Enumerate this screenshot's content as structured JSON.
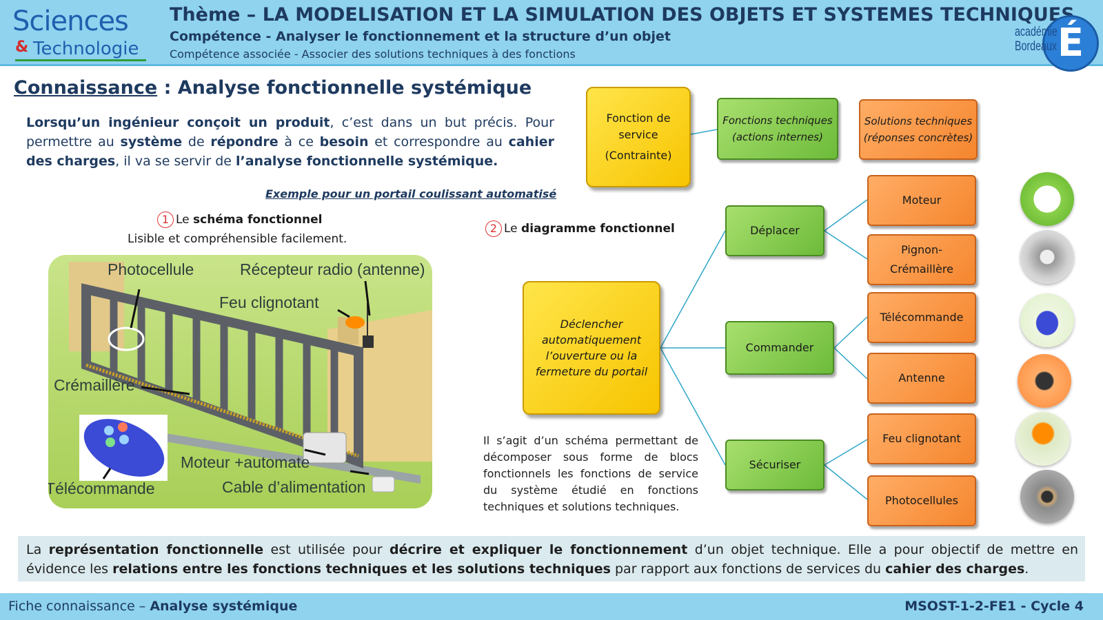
{
  "header": {
    "logo": {
      "sciences": "Sciences",
      "amp": "&",
      "technologie": "Technologie"
    },
    "theme": "Thème – LA MODELISATION ET LA SIMULATION DES OBJETS ET SYSTEMES TECHNIQUES",
    "competence": "Compétence - Analyser le fonctionnement et la structure d’un objet",
    "competence_associee": "Compétence associée - Associer des solutions techniques à des fonctions",
    "academie": {
      "line1": "académie",
      "line2": "Bordeaux",
      "letter": "É"
    }
  },
  "section": {
    "title_underlined": "Connaissance",
    "title_rest": " : Analyse fonctionnelle systémique"
  },
  "intro": {
    "p1": "Lorsqu’un ingénieur conçoit un produit",
    "p2": ", c’est dans un but précis.  Pour permettre au ",
    "p3": "système",
    "p4": " de ",
    "p5": "répondre",
    "p6": " à ce ",
    "p7": "besoin",
    "p8": " et correspondre au ",
    "p9": "cahier des charges",
    "p10": ", il va se servir de ",
    "p11": "l’analyse fonctionnelle systémique."
  },
  "example": "Exemple pour un portail coulissant automatisé",
  "schema": {
    "num": "1",
    "prefix": "Le ",
    "bold": "schéma fonctionnel",
    "sub": "Lisible et compréhensible facilement."
  },
  "diagram": {
    "num": "2",
    "prefix": "Le ",
    "bold": "diagramme fonctionnel"
  },
  "gate_labels": {
    "photocellule": "Photocellule",
    "recepteur": "Récepteur radio (antenne)",
    "feu": "Feu clignotant",
    "cremaillere": "Crémaillère",
    "moteur": "Moteur +automate",
    "telecommande": "Télécommande",
    "cable": "Cable d’alimentation"
  },
  "legend": {
    "service": {
      "line1": "Fonction de",
      "line2": "service",
      "line3": "(Contrainte)"
    },
    "techniques": {
      "line1": "Fonctions techniques",
      "line2": "(actions internes)"
    },
    "solutions": {
      "line1": "Solutions techniques",
      "line2": "(réponses concrètes)"
    }
  },
  "main_function": {
    "line1": "Déclencher",
    "line2": "automatiquement",
    "line3": "l’ouverture ou la",
    "line4": "fermeture du portail"
  },
  "functions": [
    {
      "label": "Déplacer",
      "solutions": [
        "Moteur",
        "Pignon-Crémaillère"
      ]
    },
    {
      "label": "Commander",
      "solutions": [
        "Télécommande",
        "Antenne"
      ]
    },
    {
      "label": "Sécuriser",
      "solutions": [
        "Feu clignotant",
        "Photocellules"
      ]
    }
  ],
  "pignon": {
    "line1": "Pignon-",
    "line2": "Crémaillère"
  },
  "paragraph": "Il s’agit d’un schéma permettant de décomposer sous forme de blocs fonctionnels les fonctions de service du système étudié en fonctions techniques et solutions techniques.",
  "summary": {
    "s1": "La ",
    "s2": "représentation fonctionnelle",
    "s3": " est utilisée pour ",
    "s4": "décrire et expliquer le fonctionnement",
    "s5": " d’un objet technique. Elle a pour objectif de mettre en évidence les ",
    "s6": "relations entre les fonctions techniques et les solutions techniques",
    "s7": " par rapport aux fonctions de services du ",
    "s8": "cahier des charges",
    "s9": "."
  },
  "footer": {
    "left_plain": "Fiche connaissance – ",
    "left_bold": "Analyse systémique",
    "right": "MSOST-1-2-FE1 - Cycle 4"
  },
  "colors": {
    "header_bg": "#8fd3ef",
    "yellow": "#f7c400",
    "green": "#6dbb3a",
    "orange": "#f5862e",
    "text": "#1e3a5f"
  }
}
